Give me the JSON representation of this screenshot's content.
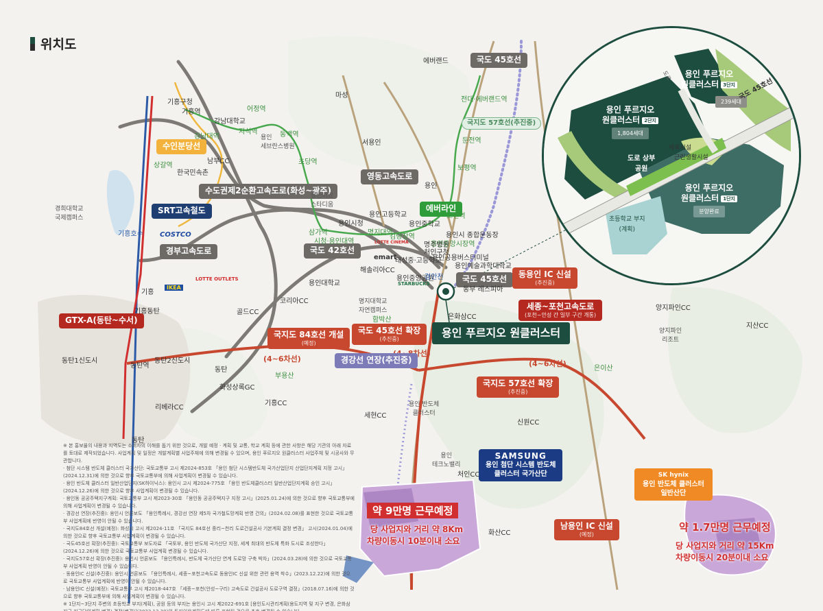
{
  "header": {
    "title": "위치도"
  },
  "main_label": "용인 푸르지오 원클러스터",
  "roads": {
    "gyeongbu": "경부고속도로",
    "sudogwon": "수도권제2순환고속도로(화성~광주)",
    "yeongdong": "영동고속도로",
    "route42": "국도 42호선",
    "route45_top": "국도 45호선",
    "route45_mid": "국도 45호선",
    "route57_plan": "국지도 57호선(추진중)",
    "srt": "SRT고속철도",
    "gtx": "GTX-A(동탄~수서)",
    "bundang": "수인분당선",
    "everline": "에버라인",
    "route84": {
      "title": "국지도 84호선 개설",
      "sub": "(예정)",
      "lanes": "(4~6차선)"
    },
    "route45_expand": {
      "title": "국도 45호선 확장",
      "sub": "(추진중)",
      "lanes": "(4~8차선)"
    },
    "gyeonggang": "경강선 연장(추진중)",
    "route57_expand": {
      "title": "국지도 57호선 확장",
      "sub": "(추진중)"
    },
    "sejong_pocheon": {
      "title": "세종~포천고속도로",
      "sub": "(포천~안성 간 일부 구간 개통)"
    },
    "lanes_4_6_b": "(4~6차선)",
    "dongyongin_ic": {
      "title": "동용인 IC 신설",
      "sub": "(추진중)"
    },
    "namyongin_ic": {
      "title": "남용인 IC 신설",
      "sub": "(예정)"
    }
  },
  "places": {
    "giheung_gu": "기흥구청",
    "giheung_st": "기흥역",
    "gangnam_univ": "강남대학교",
    "eojeong": "어정역",
    "gangnam_univ_st": "강남대역",
    "jiseok": "지석역",
    "severance": "용인\n세브란스병원",
    "dongbaek": "동백역",
    "chodang": "초당역",
    "sanggal": "상갈역",
    "namgu_cc": "남부CC",
    "kepco": "한국민속촌",
    "kyunghee": "경희대학교\n국제캠퍼스",
    "giheung_lake": "기흥호수",
    "yongin_mirae": "용인미르\n스타디움",
    "yongin_city": "용인시청",
    "sam_ga": "삼가역",
    "siche": "시청·용인대역",
    "myeongji": "명지대역",
    "gimnyangjang": "김량장역",
    "yongin_high": "용인고등학교",
    "yongin_middle": "용인중학교",
    "yongin_univ": "용인대학교",
    "myeongji_univ": "명지대학교\n자연캠퍼스",
    "heasol": "해솔리아CC",
    "yongin_central_park": "용인중앙공원",
    "taeseong": "태성중·고등학교",
    "bus_terminal": "용인공용버스터미널",
    "art_sci_univ": "용인예술과학대학교",
    "sports_complex": "용인시 종합운동장",
    "central_market": "용인중앙시장역",
    "myeongju_hosp": "명주병원",
    "cheoin_gu": "처인구청",
    "gyeongan": "경안천",
    "dongbu_leports": "동부 레스피아",
    "go_jin": "고진역",
    "borang": "보평역",
    "dunjeon": "둔전역",
    "cheondang": "전대·에버랜드역",
    "everland": "에버랜드",
    "mama": "마성",
    "seoyongin": "서용인",
    "yongin_jc": "용인",
    "korea_cc": "코리아CC",
    "gold_cc": "골드CC",
    "eunhwasam_cc": "은화삼CC",
    "hamsan": "함박산",
    "giheung": "기흥",
    "giheung_dongtan": "기흥동탄",
    "dongtan_st": "동탄역",
    "dongtan1": "동탄1신도시",
    "dongtan2": "동탄2신도시",
    "dongtan": "동탄",
    "dongtan_ic": "동탄",
    "hwaseong_cc": "화성상록GC",
    "lakeside_cc": "리베라CC",
    "giheung_cc": "기흥CC",
    "sehwa_cc": "세현CC",
    "sinwon_cc": "신원CC",
    "cheoin_cc": "처인CC",
    "hwasan_cc": "화산CC",
    "bubu_mt": "부용산",
    "yongin_technovalley": "용인\n테크노밸리",
    "yangji_pine_cc": "양지파인CC",
    "yangji_pine_resort": "양지파인\n리조트",
    "jisan_cc": "지산CC",
    "eun_isan": "은이산",
    "yongin_semicon": "용인 반도체\n클러스터"
  },
  "brands": {
    "costco": "COSTCO",
    "ikea": "IKEA",
    "lotte_outlets": "LOTTE OUTLETS",
    "lotte_cinema": "LOTTE CINEMA",
    "emart": "emart",
    "starbucks": "STARBUCKS"
  },
  "samsung": {
    "brand": "SAMSUNG",
    "line1": "용인 첨단 시스템 반도체",
    "line2": "클러스터 국가산단"
  },
  "samsung_info": {
    "jobs": "약 9만명 근무예정",
    "dist": "당 사업지와 거리 약 8Km",
    "time": "차량이동시 10분이내 소요"
  },
  "skhynix": {
    "brand": "SK hynix",
    "line1": "용인 반도체 클러스터",
    "line2": "일반산단"
  },
  "skhynix_info": {
    "jobs": "약 1.7만명 근무예정",
    "dist": "당 사업지와 거리 약 15Km",
    "time": "차량이동시 20분이내 소요"
  },
  "inset": {
    "phase3": {
      "name": "용인 푸르지오\n원클러스터",
      "badge": "3단지",
      "households": "239세대"
    },
    "phase2": {
      "name": "용인 푸르지오\n원클러스터",
      "badge": "2단지",
      "households": "1,804세대"
    },
    "phase1": {
      "name": "용인 푸르지오\n원클러스터",
      "badge": "1단지",
      "status": "분양완료"
    },
    "road": "국도 45호선",
    "park": "도로 상부\n공원",
    "sports": "체육시설",
    "culture": "근린생활시설",
    "school": "초등학교 부지\n(계획)",
    "corner": "도로"
  },
  "notes": [
    "※ 본 홍보물의 내용과 지역도는 소비자의 이해를 돕기 위한 것으로, 개발 예정 · 계획 및 교통, 학교 계획 등에 관한 사항은 해당 기관의 아래 자료를 토대로 제작되었습니다. 사업계획 및 일정은 개발계획별 사업주체에 의해 변경될 수 있으며, 용인 푸르지오 원클러스터 사업주체 및 시공사와 무관합니다.",
    "· 첨단 시스템 반도체 클러스터 국가산단: 국토교통부 고시 제2024-853호 「용인 첨단 시스템반도체 국가산업단지 산업단지계획 지정 고시」(2024.12.31)에 의한 것으로 향후 국토교통부에 의해 사업계획이 변경될 수 있습니다.",
    "· 용인 반도체 클러스터 일반산업단지(SK하이닉스): 용인시 고시 제2024-775호 「용인 반도체클러스터 일반산업단지계획 승인 고시」(2024.12.26)에 의한 것으로 향후 사업계획이 변경될 수 있습니다.",
    "· 용인동 공공주택지구계획: 국토교통부 고시 제2023-30호 「용인동 공공주택지구 지정 고시」(2025.01.24)에 의한 것으로 향후 국토교통부에 의해 사업계획이 변경될 수 있습니다.",
    "· 경강선 연장(추진중): 용인시 언론보도 「용인특례시, 경강선 연장 제5차 국가철도망계획 반영 건의」(2024.02.08)를 표현한 것으로 국토교통부 사업계획에 반영이 안될 수 있습니다.",
    "· 국지도84호선 개설(예정): 화성시 고시 제2024-11호 「국지도 84호선 중리~천리 도로건설공사 기본계획 결정 변경」 고시(2024.01.04)에 의한 것으로 향후 국토교통부 사업계획이 변경될 수 있습니다.",
    "· 국도45호선 확장(추진중): 국토교통부 보도자료 「국토부, 용인 반도체 국가산단 지정, 세계 최대의 반도체 특화 도시로 조성한다」(2024.12.26)에 의한 것으로 국토교통부 사업계획 변경될 수 있습니다.",
    "· 국지도57호선 확장(추진중): 용인시 언론보도 「용인특례시, 반도체 국가산단 연계 도로망 구축 박차」(2024.03.28)에 의한 것으로 국토교통부 사업계획 반영이 안될 수 있습니다.",
    "· 동용인IC 신설(추진중): 용인시 언론보도 「용인특례시, 세종~포천고속도로 동용인IC 신설 위한 관련 용역 착수」(2023.12.22)에 의한 것으로 국토교통부 사업계획에 반영이 안될 수 있습니다.",
    "· 남용인IC 신설(예정): 국토교통부 고시 제2018-447호 「세종~포천(안성~구리) 고속도로 건설공사 도로구역 결정」(2018.07.16)에 의한 것으로 향후 국토교통부에 의해 사업계획이 변경될 수 있습니다.",
    "※ 1단지~3단지 주변의 초등학교 부지(계획), 공원 등의 부지는 용인시 고시 제2022-691호 [용인도시관리계획(용도지역 및 지구 변경, 은화삼지구 지구단위계획 변경) 결정(변경)](2022.12.30)의 토지이용계획도에 따른 표현된 것으로 추후 변경될 수 있습니다."
  ]
}
